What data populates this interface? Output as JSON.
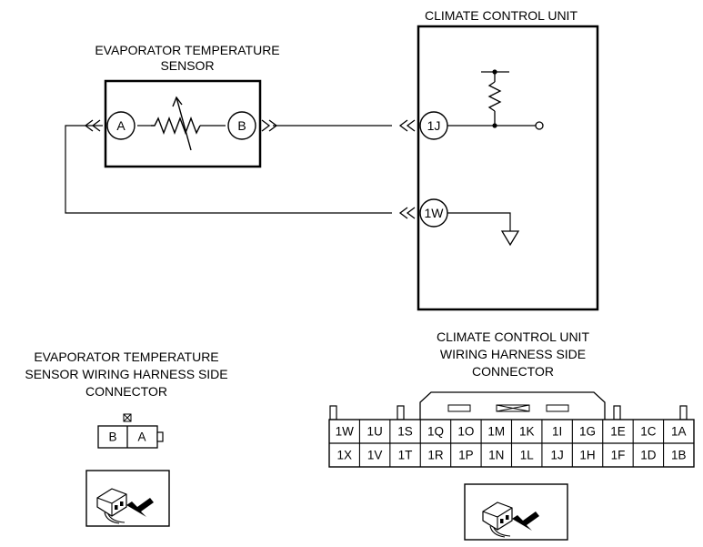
{
  "labels": {
    "ccu_title": "CLIMATE CONTROL UNIT",
    "sensor_title_line1": "EVAPORATOR TEMPERATURE",
    "sensor_title_line2": "SENSOR",
    "sensor_conn_line1": "EVAPORATOR TEMPERATURE",
    "sensor_conn_line2": "SENSOR WIRING HARNESS SIDE",
    "sensor_conn_line3": "CONNECTOR",
    "ccu_conn_line1": "CLIMATE CONTROL UNIT",
    "ccu_conn_line2": "WIRING HARNESS SIDE",
    "ccu_conn_line3": "CONNECTOR"
  },
  "pins": {
    "sensor_a": "A",
    "sensor_b": "B",
    "ccu_1j": "1J",
    "ccu_1w": "1W"
  },
  "sensor_connector": {
    "cells": [
      "B",
      "A"
    ]
  },
  "ccu_connector": {
    "top_row": [
      "1W",
      "1U",
      "1S",
      "1Q",
      "1O",
      "1M",
      "1K",
      "1I",
      "1G",
      "1E",
      "1C",
      "1A"
    ],
    "bottom_row": [
      "1X",
      "1V",
      "1T",
      "1R",
      "1P",
      "1N",
      "1L",
      "1J",
      "1H",
      "1F",
      "1D",
      "1B"
    ]
  }
}
